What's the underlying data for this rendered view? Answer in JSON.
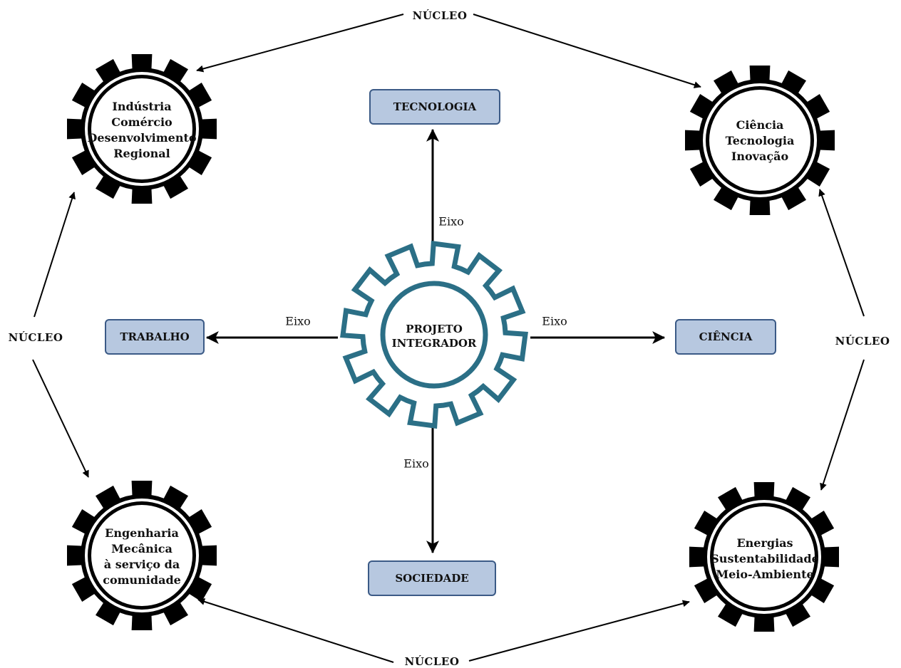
{
  "center": {
    "lines": [
      "PROJETO",
      "INTEGRADOR"
    ],
    "color": "#2b6f86"
  },
  "axes": {
    "top": {
      "label": "TECNOLOGIA",
      "edge": "Eixo"
    },
    "left": {
      "label": "TRABALHO",
      "edge": "Eixo"
    },
    "right": {
      "label": "CIÊNCIA",
      "edge": "Eixo"
    },
    "bottom": {
      "label": "SOCIEDADE",
      "edge": "Eixo"
    }
  },
  "nuclei": {
    "top_left": {
      "lines": [
        "Indústria",
        "Comércio",
        "Desenvolvimento",
        "Regional"
      ]
    },
    "top_right": {
      "lines": [
        "Ciência",
        "Tecnologia",
        "Inovação"
      ]
    },
    "bottom_left": {
      "lines": [
        "Engenharia",
        "Mecânica",
        "à serviço da",
        "comunidade"
      ]
    },
    "bottom_right": {
      "lines": [
        "Energias",
        "Sustentabilidade",
        "Meio-Ambiente"
      ]
    }
  },
  "cycle_label": "NÚCLEO",
  "colors": {
    "box_fill": "#b7c8e0",
    "box_border": "#3b5a86",
    "gear_black": "#000000",
    "gear_teal": "#2b6f86"
  }
}
